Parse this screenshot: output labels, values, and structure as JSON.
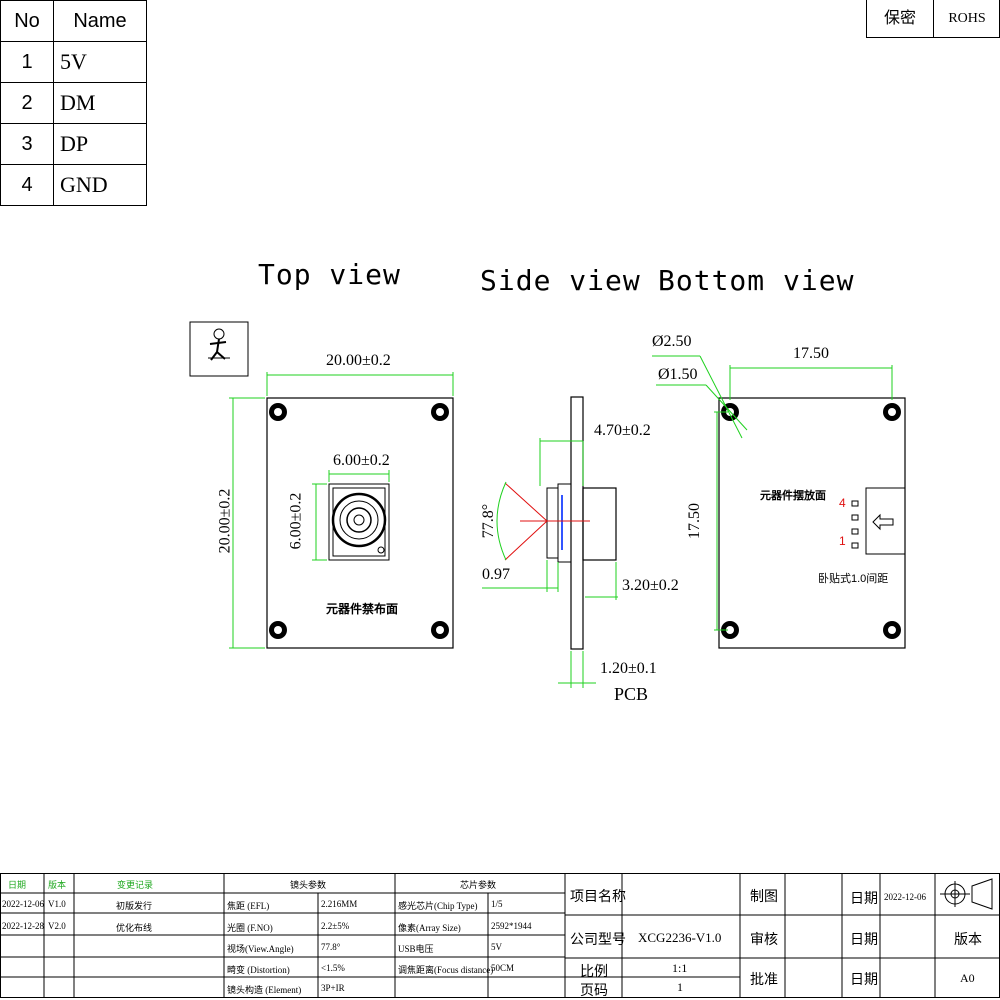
{
  "pin_table": {
    "header_no": "No",
    "header_name": "Name",
    "rows": [
      {
        "no": "1",
        "name": "5V"
      },
      {
        "no": "2",
        "name": "DM"
      },
      {
        "no": "3",
        "name": "DP"
      },
      {
        "no": "4",
        "name": "GND"
      }
    ]
  },
  "top_right_box": {
    "secret": "保密",
    "rohs": "ROHS"
  },
  "views": {
    "top": "Top view",
    "side": "Side view",
    "bottom": "Bottom view"
  },
  "top_view": {
    "width_dim": "20.00±0.2",
    "height_dim": "20.00±0.2",
    "lens_width_dim": "6.00±0.2",
    "lens_height_dim": "6.00±0.2",
    "note": "元器件禁布面"
  },
  "side_view": {
    "lens_depth_dim": "4.70±0.2",
    "angle_dim": "77.8°",
    "offset_dim": "0.97",
    "body_dim": "3.20±0.2",
    "pcb_dim": "1.20±0.1",
    "pcb_label": "PCB"
  },
  "bottom_view": {
    "hole_outer_dim": "Ø2.50",
    "hole_inner_dim": "Ø1.50",
    "width_dim": "17.50",
    "height_dim": "17.50",
    "note": "元器件摆放面",
    "pin_4": "4",
    "pin_1": "1",
    "connector_note": "卧贴式1.0间距"
  },
  "footer": {
    "history_headers": {
      "date": "日期",
      "version": "版本",
      "record": "变更记录"
    },
    "history": [
      {
        "date": "2022-12-06",
        "version": "V1.0",
        "record": "初版发行"
      },
      {
        "date": "2022-12-28",
        "version": "V2.0",
        "record": "优化布线"
      }
    ],
    "lens_header": "镜头参数",
    "lens_params": [
      {
        "name": "焦距 (EFL)",
        "value": "2.216MM"
      },
      {
        "name": "光圈 (F.NO)",
        "value": "2.2±5%"
      },
      {
        "name": "视场(View.Angle)",
        "value": "77.8°"
      },
      {
        "name": "畸变 (Distortion)",
        "value": "<1.5%"
      },
      {
        "name": "镜头构造 (Element)",
        "value": "3P+IR"
      }
    ],
    "chip_header": "芯片参数",
    "chip_params": [
      {
        "name": "感光芯片(Chip Type)",
        "value": "1/5"
      },
      {
        "name": "像素(Array Size)",
        "value": "2592*1944"
      },
      {
        "name": "USB电压",
        "value": "5V"
      },
      {
        "name": "调焦距离(Focus distance)",
        "value": "50CM"
      }
    ],
    "project_name": "项目名称",
    "company_model": "公司型号",
    "model_value": "XCG2236-V1.0",
    "scale": "比例",
    "scale_value": "1:1",
    "page": "页码",
    "page_value": "1",
    "draw": "制图",
    "review": "审核",
    "approve": "批准",
    "date_label": "日期",
    "draw_date": "2022-12-06",
    "version_label": "版本",
    "version_value": "A0"
  },
  "colors": {
    "dim_line": "#1fd11f",
    "pin_red": "#e01010",
    "line": "#000000"
  }
}
